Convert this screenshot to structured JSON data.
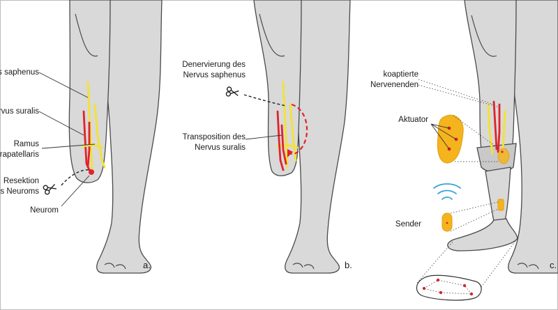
{
  "panels": [
    {
      "letter": "a.",
      "labels": {
        "saphenus": "Nervus saphenus",
        "suralis": "Nervus suralis",
        "ramus_1": "Ramus",
        "ramus_2": "infrapatellaris",
        "resektion_1": "Resektion",
        "resektion_2": "des Neuroms",
        "neurom": "Neurom"
      }
    },
    {
      "letter": "b.",
      "labels": {
        "denerv_1": "Denervierung des",
        "denerv_2": "Nervus saphenus",
        "transp_1": "Transposition des",
        "transp_2": "Nervus suralis"
      }
    },
    {
      "letter": "c.",
      "labels": {
        "koapt_1": "koaptierte",
        "koapt_2": "Nervenenden",
        "aktuator": "Aktuator",
        "sender": "Sender"
      }
    }
  ],
  "colors": {
    "yellow_nerve": "#f2e23a",
    "red_nerve": "#e0232b",
    "sensor_pad": "#f4b41e",
    "wireless": "#3aa6d8",
    "skin": "#d9d9d9"
  },
  "icons": [
    "scissors-icon",
    "wireless-signal-icon"
  ]
}
